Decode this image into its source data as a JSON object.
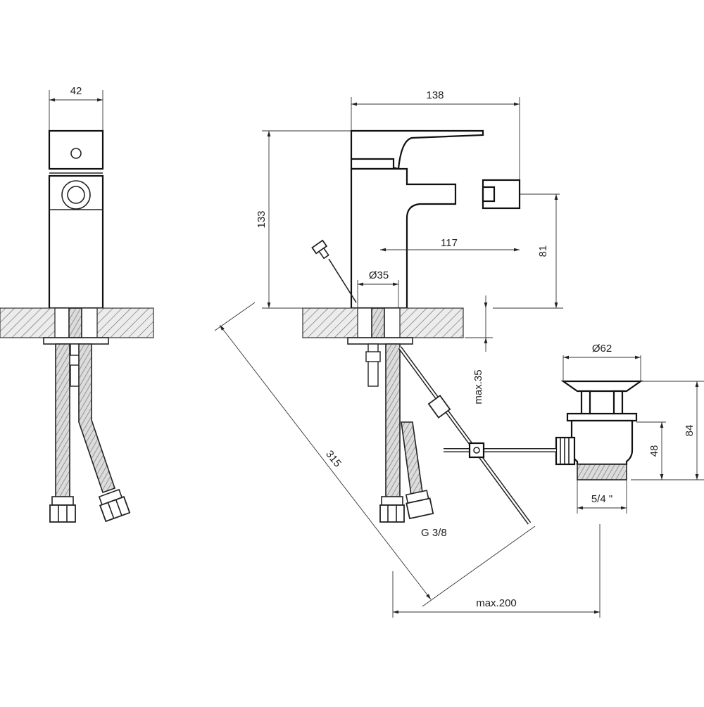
{
  "drawing": {
    "front_view": {
      "width_label": "42"
    },
    "side_view": {
      "depth_label": "138",
      "height_label": "133",
      "spout_reach_label": "117",
      "spout_height_label": "81",
      "hole_diameter_label": "Ø35",
      "deck_thickness_label": "max.35",
      "hose_length_label": "315",
      "rod_length_label": "max.200",
      "connection_label": "G 3/8"
    },
    "waste_valve": {
      "diameter_label": "Ø62",
      "height_total_label": "84",
      "height_body_label": "48",
      "thread_label": "5/4 \""
    }
  }
}
